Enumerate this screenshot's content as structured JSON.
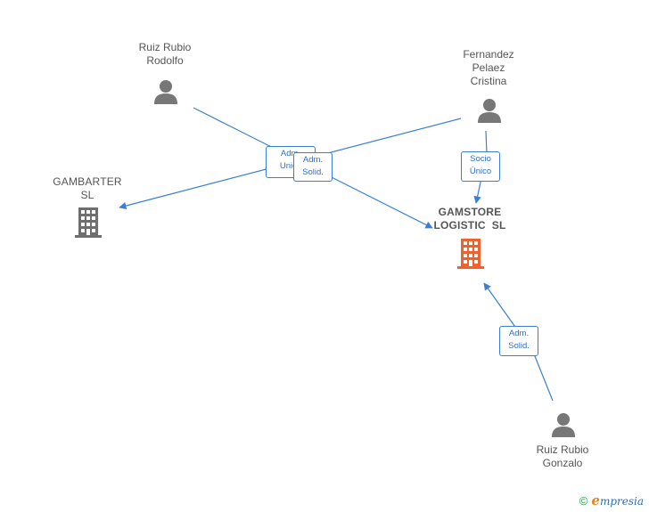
{
  "nodes": {
    "ruiz_rubio_rodolfo": {
      "line1": "Ruiz Rubio",
      "line2": "Rodolfo",
      "type": "person"
    },
    "fernandez_pelaez_cristina": {
      "line1": "Fernandez",
      "line2": "Pelaez",
      "line3": "Cristina",
      "type": "person"
    },
    "gambarter": {
      "line1": "GAMBARTER",
      "line2": "SL",
      "type": "company"
    },
    "gamstore": {
      "line1": "GAMSTORE",
      "line2": "LOGISTIC  SL",
      "type": "company",
      "highlight": true
    },
    "ruiz_rubio_gonzalo": {
      "line1": "Ruiz Rubio",
      "line2": "Gonzalo",
      "type": "person"
    }
  },
  "edges": [
    {
      "from": "fernandez_pelaez_cristina",
      "to": "gambarter",
      "label_line1": "Adm.",
      "label_line2": "Unico"
    },
    {
      "from": "ruiz_rubio_rodolfo",
      "to": "gamstore",
      "label_line1": "Adm.",
      "label_line2": "Solid."
    },
    {
      "from": "fernandez_pelaez_cristina",
      "to": "gamstore",
      "label_line1": "Socio",
      "label_line2": "Único"
    },
    {
      "from": "ruiz_rubio_gonzalo",
      "to": "gamstore",
      "label_line1": "Adm.",
      "label_line2": "Solid."
    }
  ],
  "colors": {
    "edge": "#3a7fd5",
    "person_icon": "#777777",
    "company_icon": "#6e6e6e",
    "company_highlight": "#f0622d"
  },
  "footer": {
    "copyright_symbol": "©",
    "brand_initial": "e",
    "brand_rest": "mpresia"
  }
}
